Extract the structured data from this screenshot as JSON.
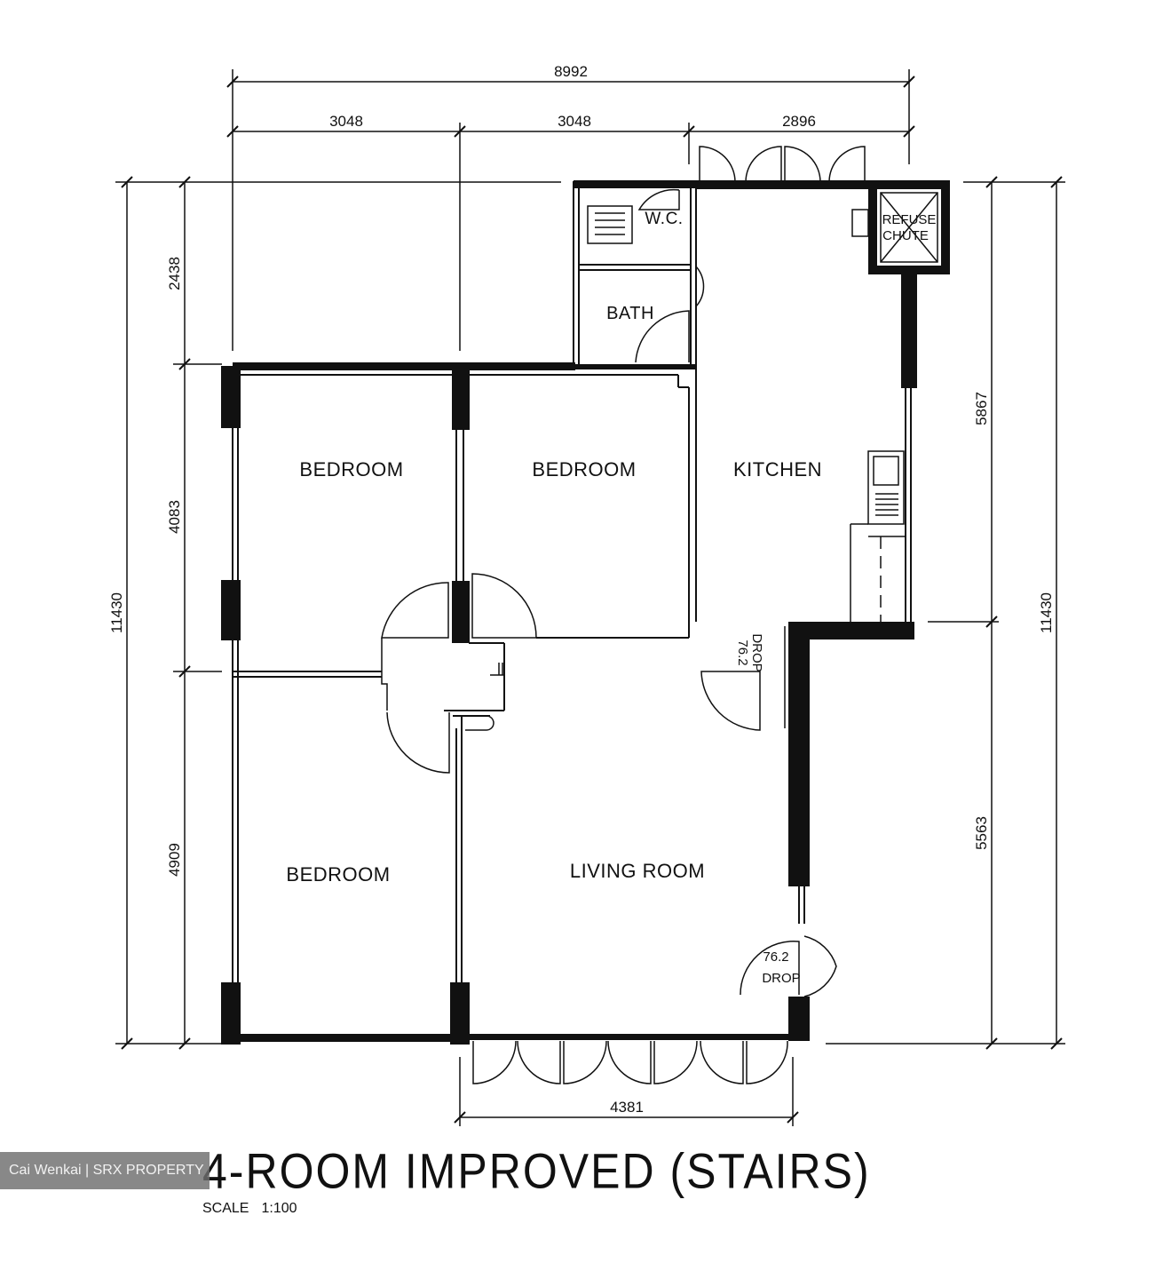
{
  "title": "4-ROOM IMPROVED (STAIRS)",
  "scale_label": "SCALE",
  "scale_value": "1:100",
  "watermark": "Cai Wenkai | SRX PROPERTY",
  "dimensions": {
    "overall_width": "8992",
    "width_1": "3048",
    "width_2": "3048",
    "width_3": "2896",
    "overall_height_left": "11430",
    "overall_height_right": "11430",
    "left_1": "2438",
    "left_2": "4083",
    "left_3": "4909",
    "right_1": "5867",
    "right_2": "5563",
    "bottom": "4381"
  },
  "rooms": {
    "bedroom_1": "BEDROOM",
    "bedroom_2": "BEDROOM",
    "bedroom_3": "BEDROOM",
    "kitchen": "KITCHEN",
    "living_room": "LIVING ROOM",
    "wc": "W.C.",
    "bath": "BATH",
    "refuse_chute_line1": "REFUSE",
    "refuse_chute_line2": "CHUTE"
  },
  "drops": {
    "upper_value": "76.2",
    "upper_label": "DROP",
    "lower_value": "76.2",
    "lower_label": "DROP"
  }
}
